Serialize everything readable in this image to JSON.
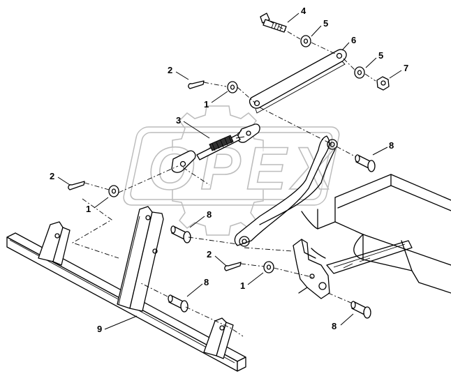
{
  "diagram": {
    "type": "exploded-parts-diagram",
    "watermark": {
      "text": "OPEX",
      "icon": "gear-watermark"
    },
    "callouts": [
      "1",
      "2",
      "3",
      "4",
      "5",
      "6",
      "7",
      "8",
      "9"
    ]
  }
}
